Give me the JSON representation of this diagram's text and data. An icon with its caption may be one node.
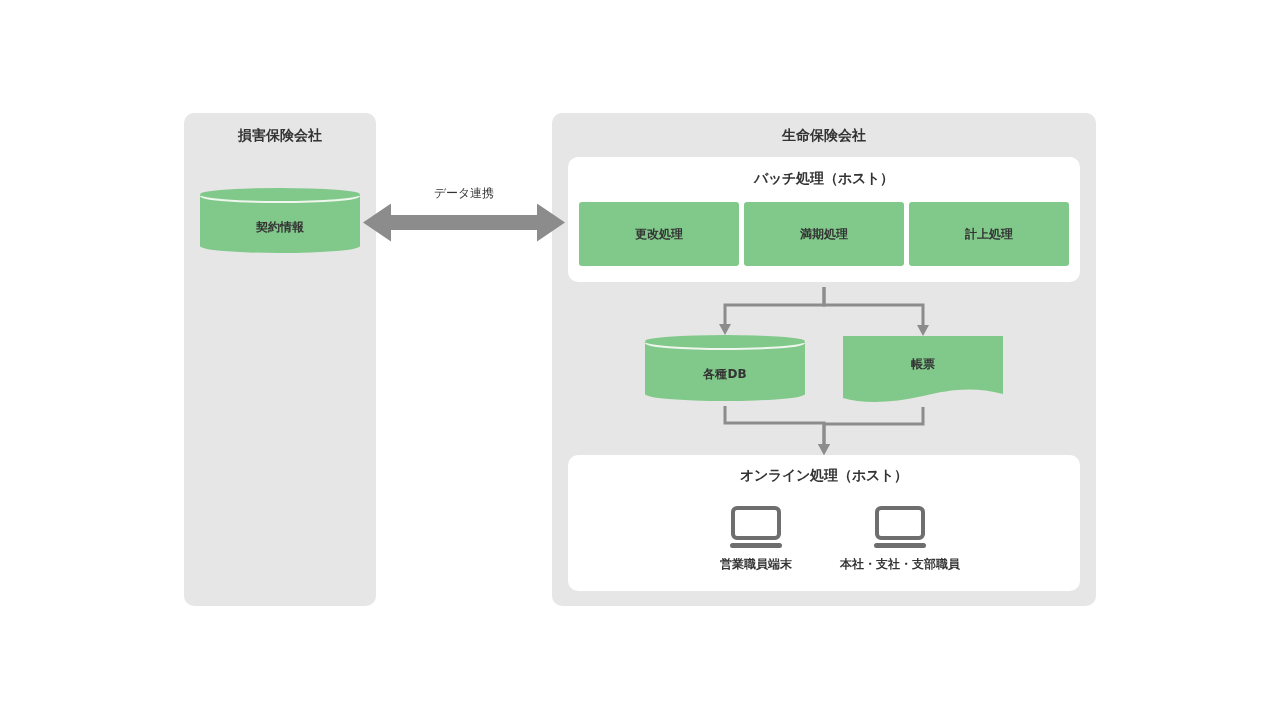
{
  "diagram": {
    "nodes": [
      {
        "text": [
          "損害保険会社"
        ]
      },
      {
        "text": [
          "契約情報"
        ],
        "in": 0
      },
      {
        "text": [
          "生命保険会社"
        ]
      },
      {
        "text": [
          "バッチ処理（ホスト）"
        ],
        "in": 2
      },
      {
        "text": [
          "更改処理"
        ],
        "in": 3
      },
      {
        "text": [
          "満期処理"
        ],
        "in": 3
      },
      {
        "text": [
          "計上処理"
        ],
        "in": 3
      },
      {
        "text": [
          "各種DB"
        ],
        "in": 2
      },
      {
        "text": [
          "帳票"
        ],
        "in": 2
      },
      {
        "text": [
          "オンライン処理（ホスト）"
        ],
        "in": 2
      },
      {
        "text": [
          "営業職員端末"
        ],
        "in": 9
      },
      {
        "text": [
          "本社・支社・支部職員"
        ],
        "in": 9
      }
    ],
    "edges": [
      {
        "from": 1,
        "to": 3,
        "arrow": "both",
        "label": "データ連携",
        "style": "thick"
      },
      {
        "from": 3,
        "to": 7,
        "arrow": "to"
      },
      {
        "from": 3,
        "to": 8,
        "arrow": "to"
      },
      {
        "from": 7,
        "to": 9,
        "arrow": "to"
      },
      {
        "from": 8,
        "to": 9,
        "arrow": "to"
      }
    ]
  }
}
